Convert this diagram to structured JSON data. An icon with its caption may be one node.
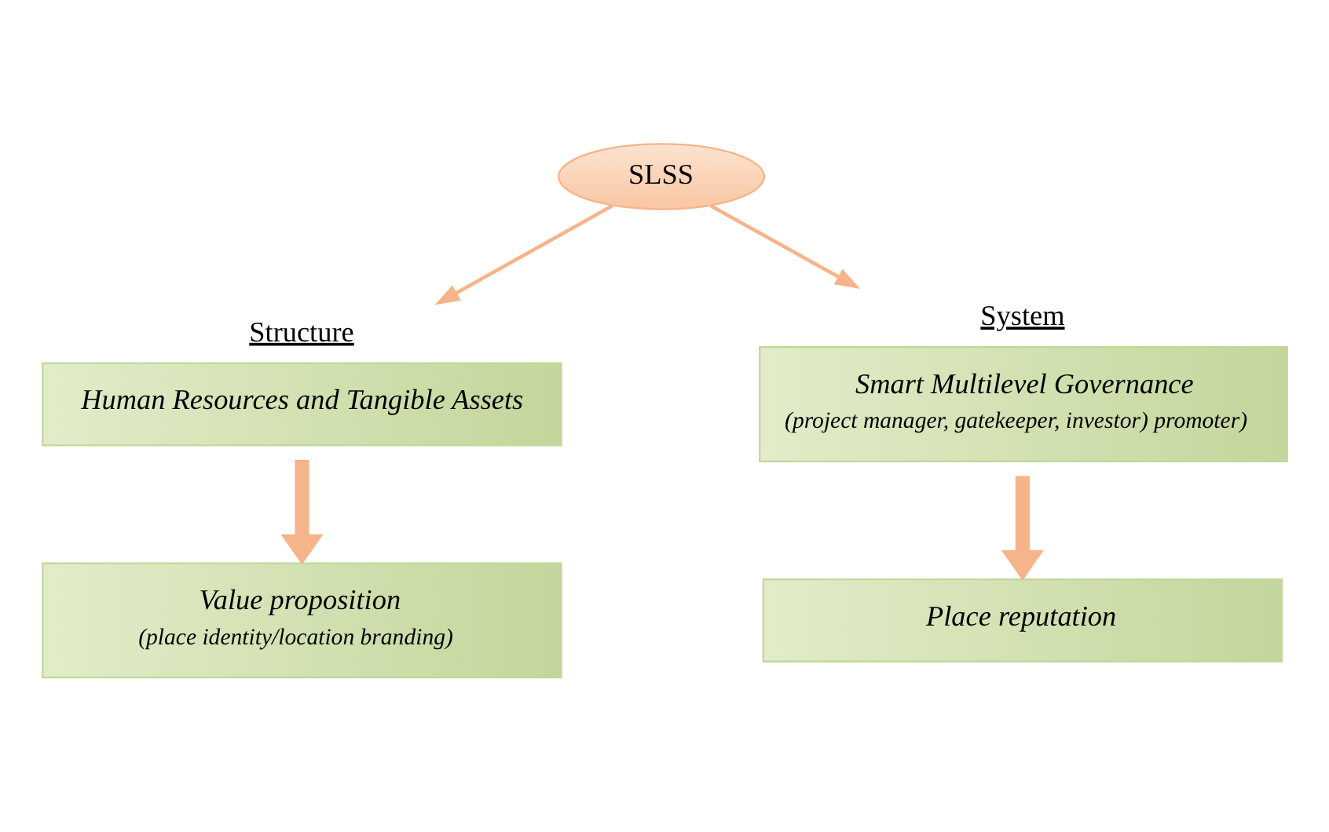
{
  "diagram": {
    "nodes": [
      {
        "text": [
          "SLSS"
        ]
      },
      {
        "text": [
          "Structure",
          "Human Resources and Tangible Assets"
        ]
      },
      {
        "text": [
          "System",
          "Smart Multilevel Governance",
          "(project manager, gatekeeper, investor) promoter)"
        ]
      },
      {
        "text": [
          "Value proposition",
          "(place identity/location branding)"
        ]
      },
      {
        "text": [
          "Place reputation"
        ]
      }
    ],
    "edges": [
      {
        "from": 0,
        "to": 1,
        "arrow": "to"
      },
      {
        "from": 0,
        "to": 2,
        "arrow": "to"
      },
      {
        "from": 1,
        "to": 3,
        "arrow": "to",
        "style": "thick"
      },
      {
        "from": 2,
        "to": 4,
        "arrow": "to",
        "style": "thick"
      }
    ]
  }
}
